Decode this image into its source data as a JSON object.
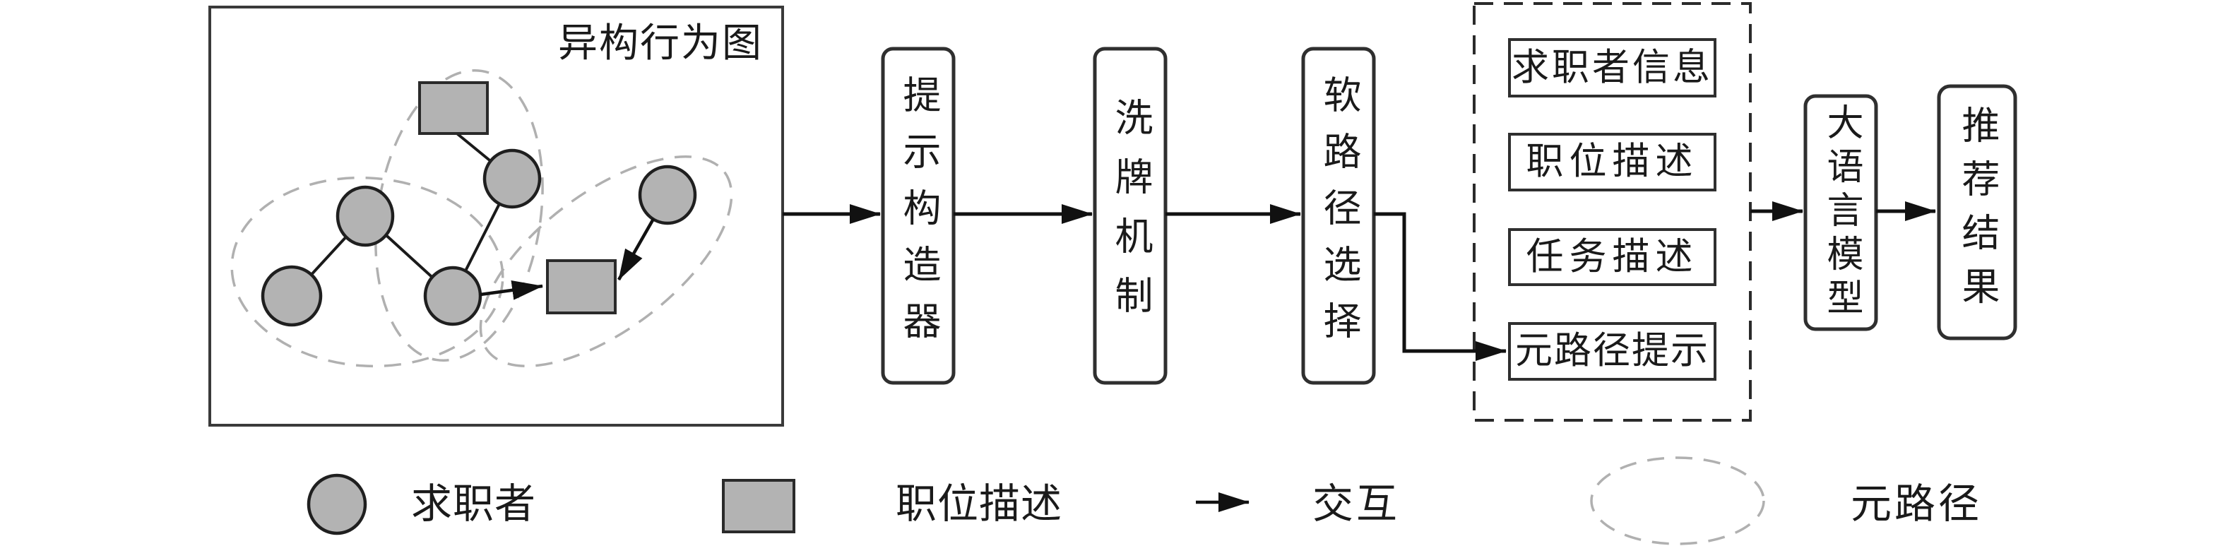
{
  "figure": {
    "graph_panel": {
      "title": "异构行为图"
    },
    "pipeline": [
      {
        "label": "提示构造器"
      },
      {
        "label": "洗牌机制"
      },
      {
        "label": "软路径选择"
      }
    ],
    "prompt_box": {
      "items": [
        {
          "label": "求职者信息"
        },
        {
          "label": "职位描述"
        },
        {
          "label": "任务描述"
        },
        {
          "label": "元路径提示"
        }
      ]
    },
    "llm_label": "大语言模型",
    "result_label": "推荐结果",
    "legend": {
      "job_seeker": "求职者",
      "job_description": "职位描述",
      "interaction": "交互",
      "meta_path": "元路径"
    },
    "colors": {
      "node_fill": "#b3b3b3",
      "line": "#1a1a1a",
      "box_stroke": "#2f2f2f",
      "dashed_gray": "#b0b0b0"
    }
  }
}
